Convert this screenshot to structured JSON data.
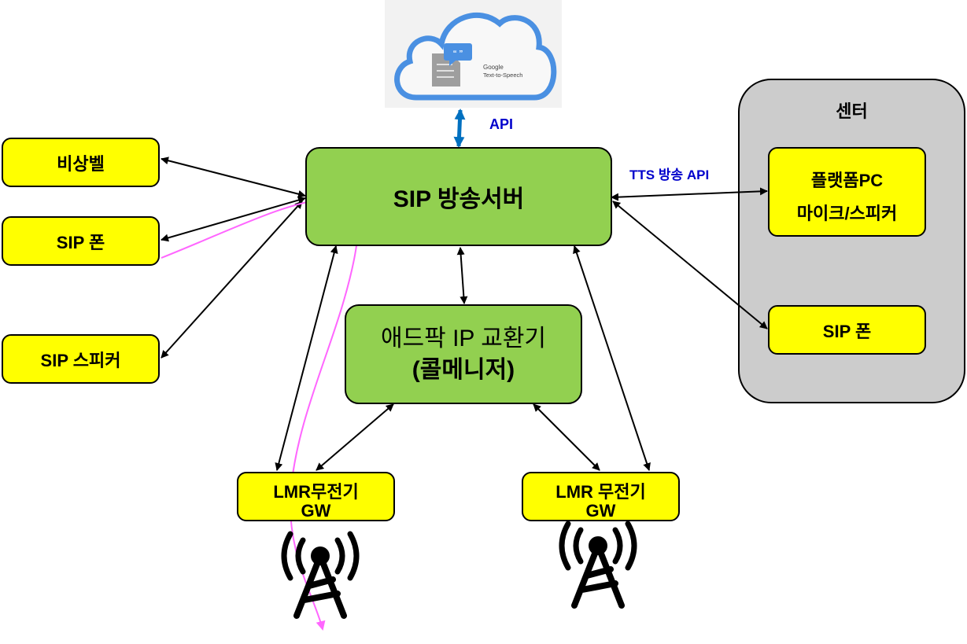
{
  "cloud": {
    "brand": "Google",
    "product": "Text-to-Speech",
    "quote_glyph": "“ ”",
    "cloud_color": "#4a90e2"
  },
  "labels": {
    "api": "API",
    "tts_api": "TTS 방송 API"
  },
  "nodes": {
    "sip_server": "SIP 방송서버",
    "pbx_line1": "애드팍 IP 교환기",
    "pbx_line2": "(콜메니저)",
    "emergency_bell": "비상벨",
    "sip_phone_left": "SIP 폰",
    "sip_speaker": "SIP 스피커",
    "lmr_left_line1": "LMR무전기",
    "lmr_left_line2": "GW",
    "lmr_right_line1": "LMR 무전기",
    "lmr_right_line2": "GW"
  },
  "center": {
    "title": "센터",
    "platform_line1": "플랫폼PC",
    "platform_line2": "마이크/스피커",
    "sip_phone": "SIP 폰"
  },
  "colors": {
    "server_green": "#92d050",
    "device_yellow": "#ffff00",
    "center_gray": "#cccccc",
    "api_blue": "#0000cc",
    "flow_pink": "#ff66ff",
    "api_arrow_blue": "#0070c0"
  }
}
